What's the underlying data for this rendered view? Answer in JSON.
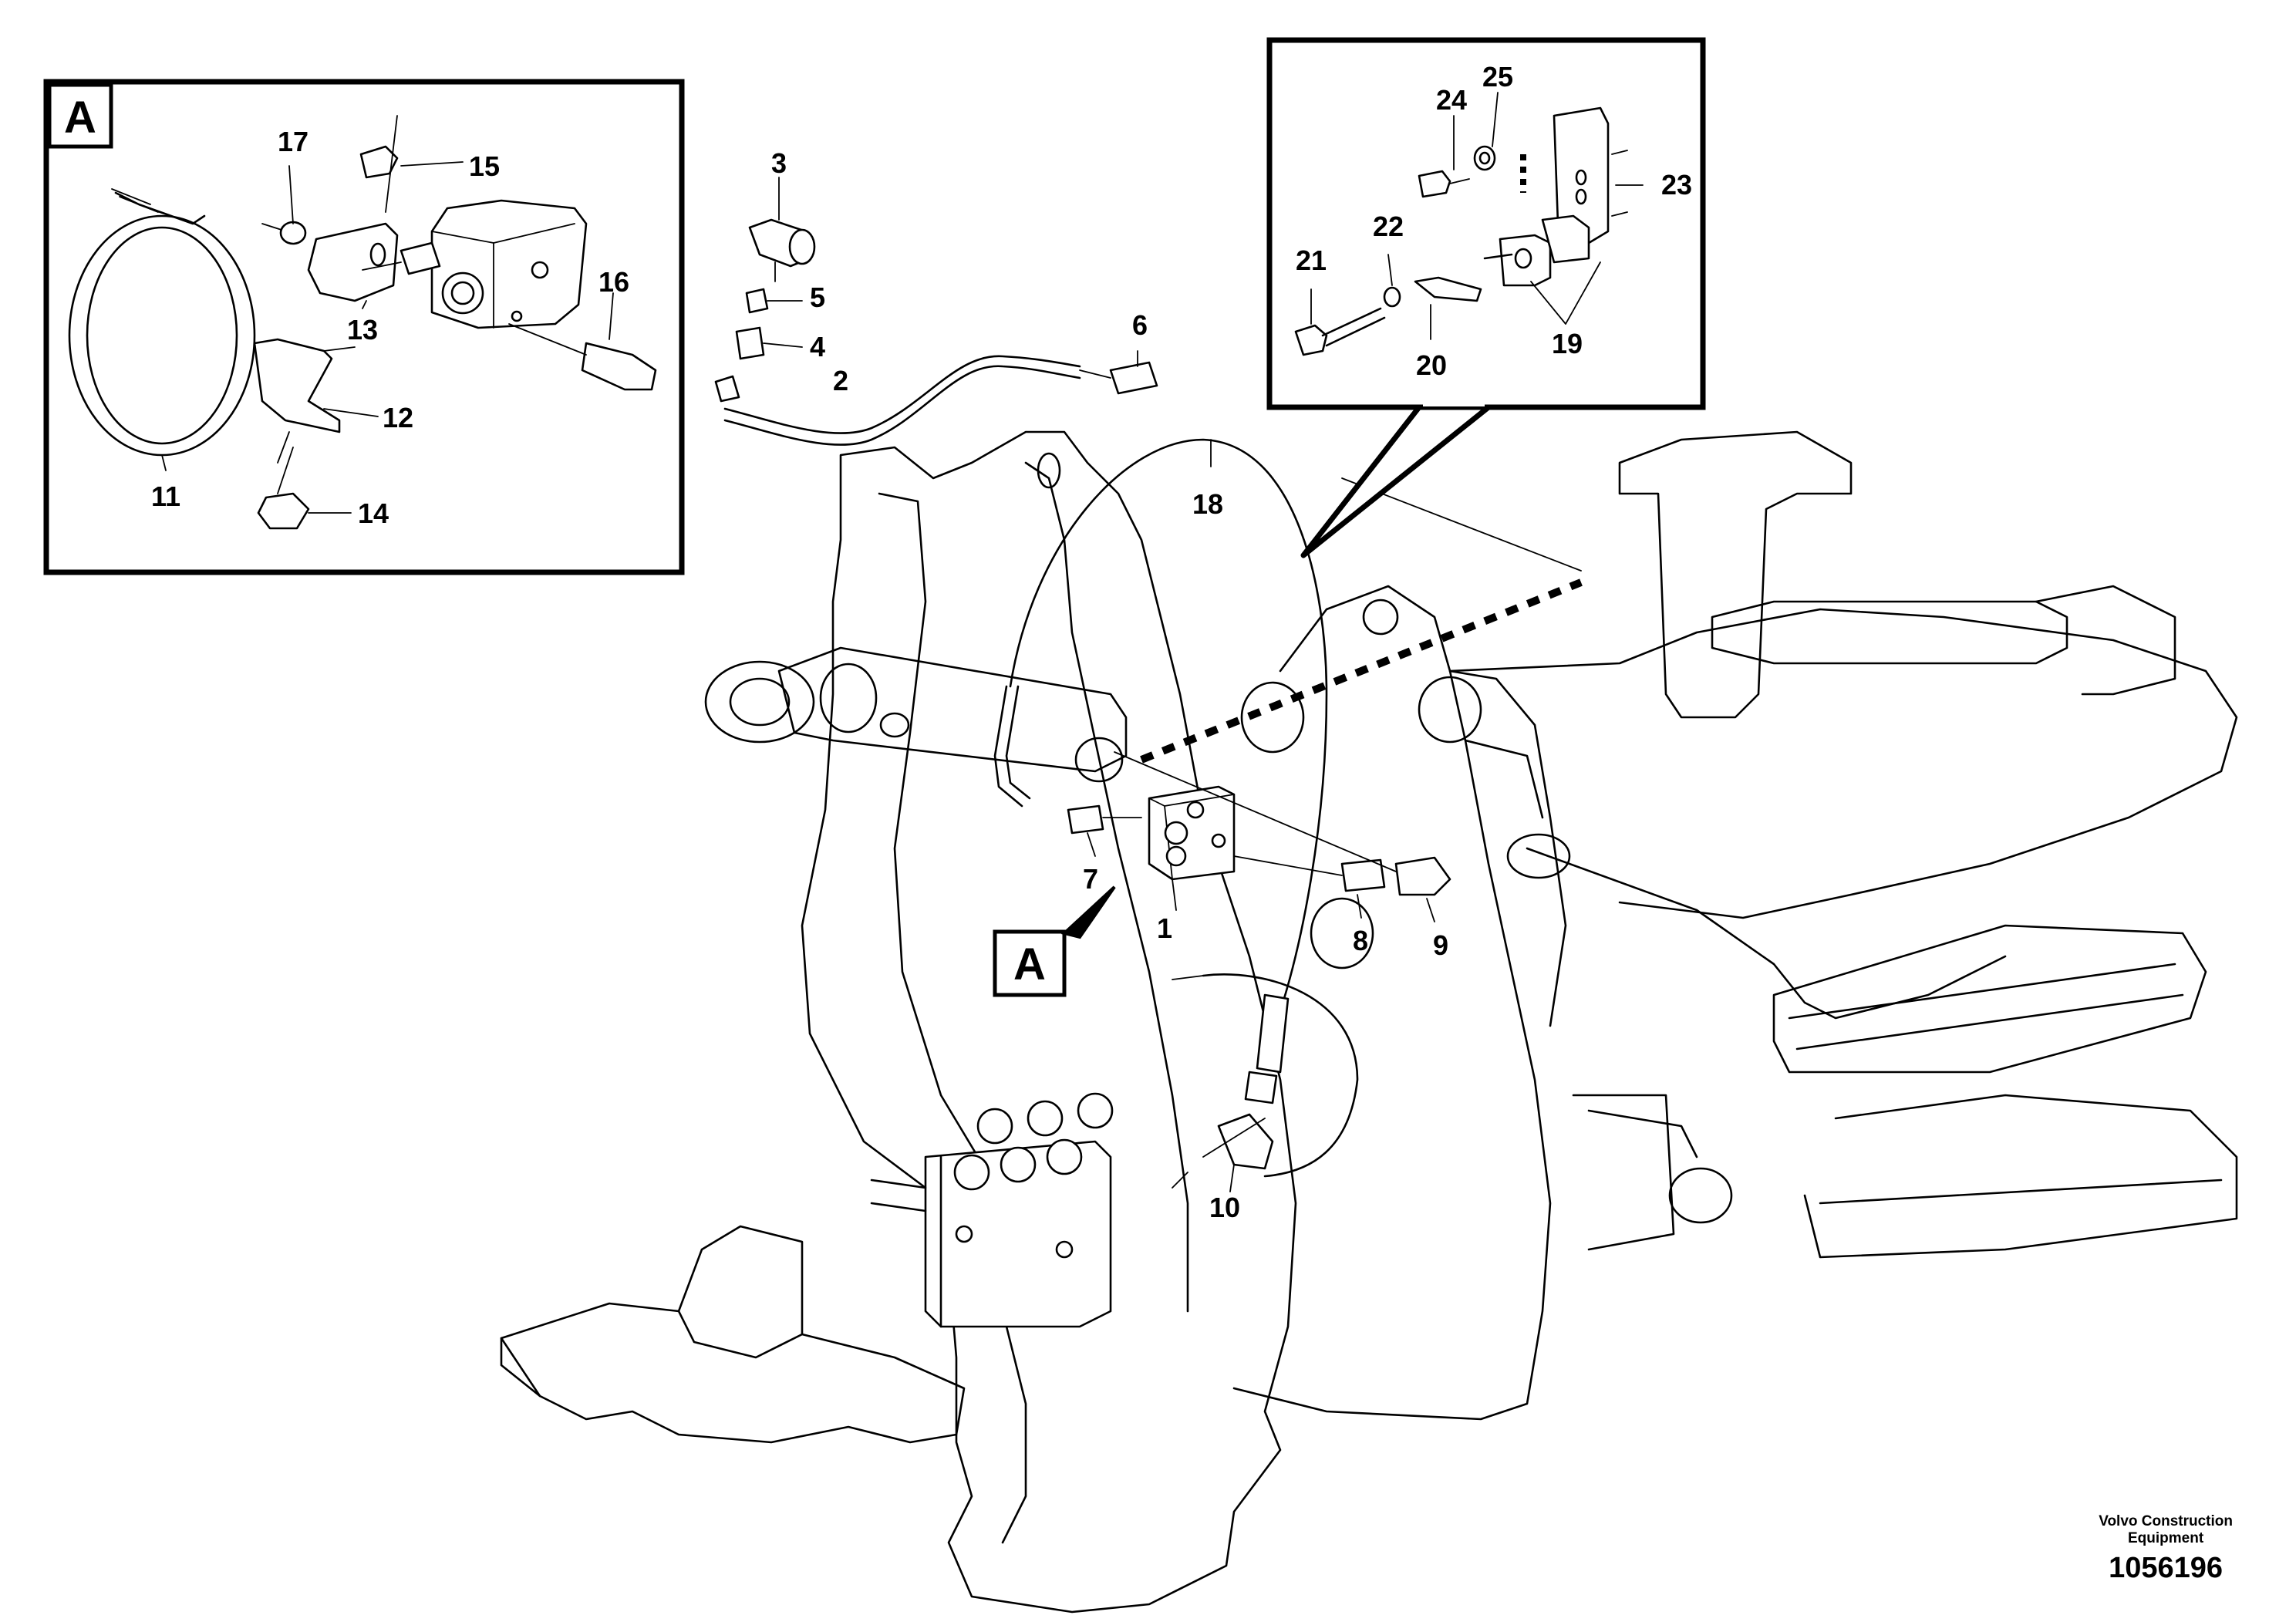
{
  "callouts": {
    "c1": "1",
    "c2": "2",
    "c3": "3",
    "c4": "4",
    "c5": "5",
    "c6": "6",
    "c7": "7",
    "c8": "8",
    "c9": "9",
    "c10": "10",
    "c11": "11",
    "c12": "12",
    "c13": "13",
    "c14": "14",
    "c15": "15",
    "c16": "16",
    "c17": "17",
    "c18": "18",
    "c19": "19",
    "c20": "20",
    "c21": "21",
    "c22": "22",
    "c23": "23",
    "c24": "24",
    "c25": "25"
  },
  "detail_tag": "A",
  "main_tag": "A",
  "footer": {
    "brand_line1": "Volvo Construction",
    "brand_line2": "Equipment",
    "drawing_number": "1056196"
  }
}
